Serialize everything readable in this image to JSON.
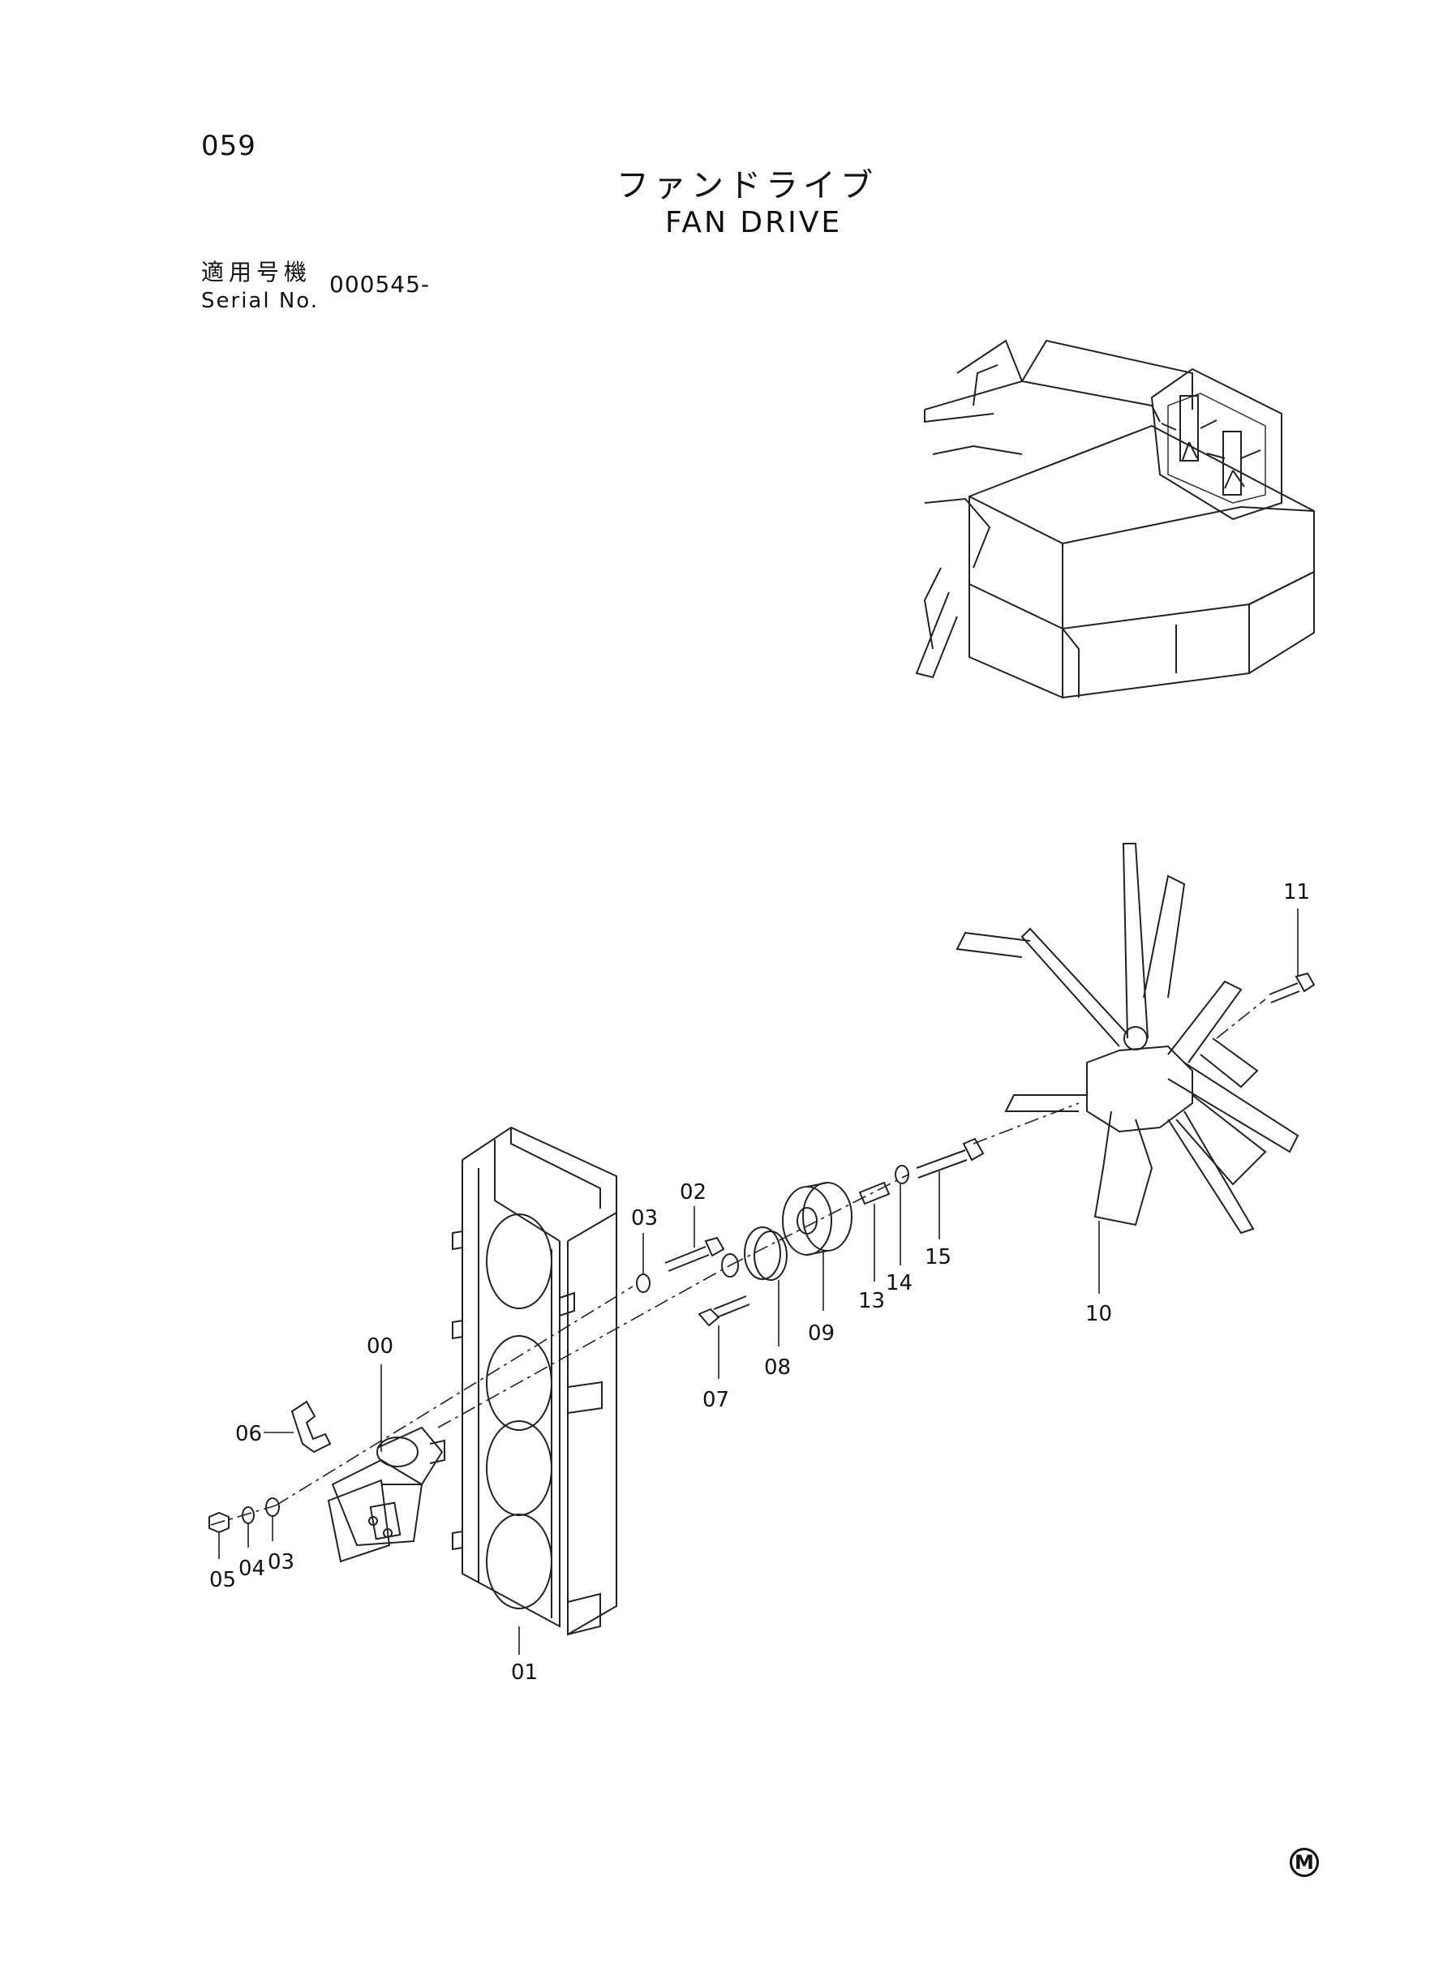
{
  "page": {
    "number": "059",
    "mark": "M"
  },
  "title": {
    "jp": "ファンドライブ",
    "en": "FAN DRIVE"
  },
  "serial": {
    "label_jp": "適用号機",
    "label_en": "Serial No.",
    "value": "000545-"
  },
  "parts": [
    {
      "id": "00",
      "name": "part-label-00"
    },
    {
      "id": "01",
      "name": "part-label-01"
    },
    {
      "id": "02",
      "name": "part-label-02"
    },
    {
      "id": "03",
      "name": "part-label-03-top"
    },
    {
      "id": "03",
      "name": "part-label-03-bottom"
    },
    {
      "id": "04",
      "name": "part-label-04"
    },
    {
      "id": "05",
      "name": "part-label-05"
    },
    {
      "id": "06",
      "name": "part-label-06"
    },
    {
      "id": "07",
      "name": "part-label-07"
    },
    {
      "id": "08",
      "name": "part-label-08"
    },
    {
      "id": "09",
      "name": "part-label-09"
    },
    {
      "id": "10",
      "name": "part-label-10"
    },
    {
      "id": "11",
      "name": "part-label-11"
    },
    {
      "id": "13",
      "name": "part-label-13"
    },
    {
      "id": "14",
      "name": "part-label-14"
    },
    {
      "id": "15",
      "name": "part-label-15"
    }
  ]
}
